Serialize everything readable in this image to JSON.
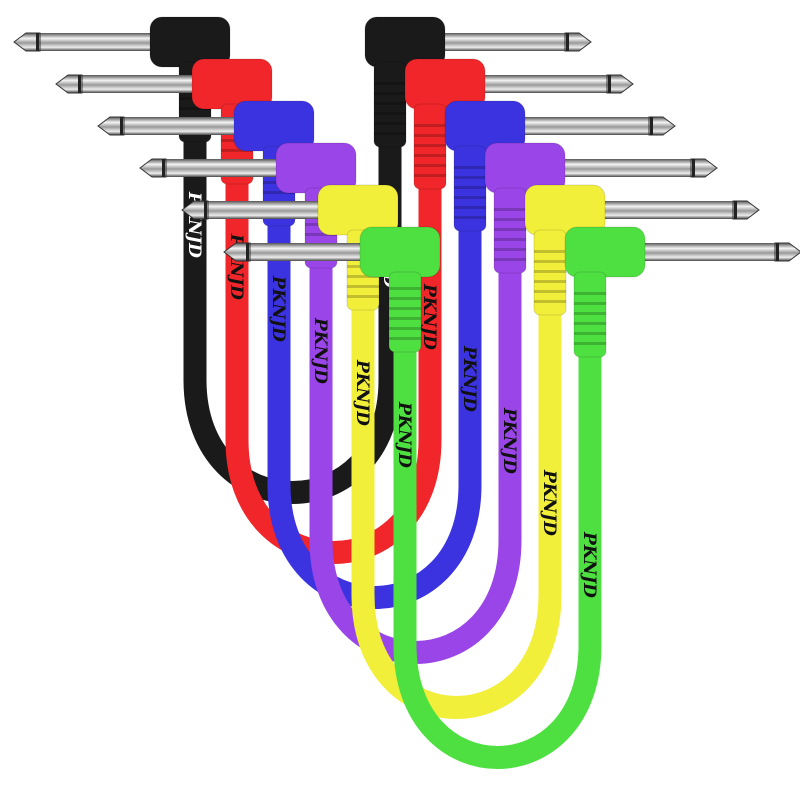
{
  "brand_text": "PKNJD",
  "cables": [
    {
      "name": "black",
      "color": "#1a1a1a",
      "text_color": "#ffffff"
    },
    {
      "name": "red",
      "color": "#f0262a",
      "text_color": "#111111"
    },
    {
      "name": "blue",
      "color": "#3c33e0",
      "text_color": "#111111"
    },
    {
      "name": "purple",
      "color": "#9a45e8",
      "text_color": "#111111"
    },
    {
      "name": "yellow",
      "color": "#f2ef3a",
      "text_color": "#111111"
    },
    {
      "name": "green",
      "color": "#4ee040",
      "text_color": "#111111"
    }
  ],
  "background": "#ffffff"
}
